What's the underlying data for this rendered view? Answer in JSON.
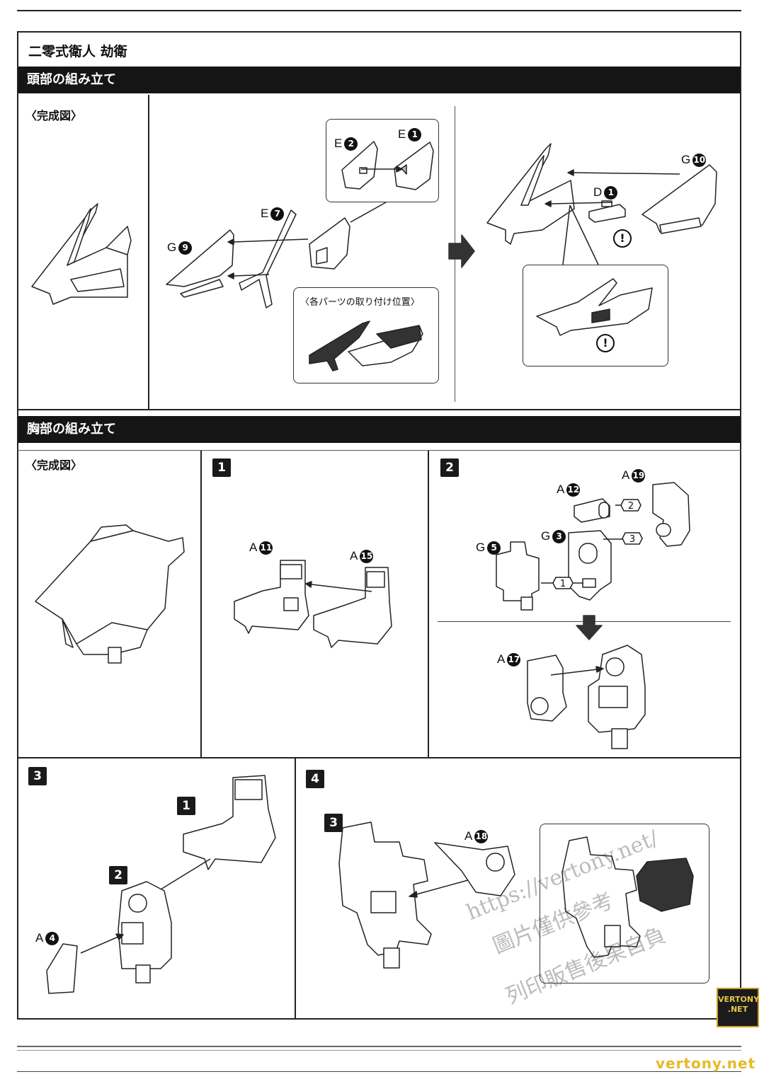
{
  "page": {
    "title": "二零式衛人 劫衛"
  },
  "head_section": {
    "header": "頭部の組み立て",
    "completed_label": "〈完成図〉",
    "labels": {
      "e2": {
        "letter": "E",
        "num": "2"
      },
      "e1": {
        "letter": "E",
        "num": "1"
      },
      "e7": {
        "letter": "E",
        "num": "7"
      },
      "g9": {
        "letter": "G",
        "num": "9"
      },
      "g10": {
        "letter": "G",
        "num": "10"
      },
      "d1": {
        "letter": "D",
        "num": "1"
      }
    },
    "position_inset_title": "〈各パーツの取り付け位置〉",
    "warning_mark": "!"
  },
  "chest_section": {
    "header": "胸部の組み立て",
    "completed_label": "〈完成図〉",
    "steps": {
      "s1": "1",
      "s2": "2",
      "s3": "3",
      "s4": "4"
    },
    "labels": {
      "a11": {
        "letter": "A",
        "num": "11"
      },
      "a15": {
        "letter": "A",
        "num": "15"
      },
      "a12": {
        "letter": "A",
        "num": "12"
      },
      "a19": {
        "letter": "A",
        "num": "19"
      },
      "g5": {
        "letter": "G",
        "num": "5"
      },
      "g3": {
        "letter": "G",
        "num": "3"
      },
      "a17": {
        "letter": "A",
        "num": "17"
      },
      "a4": {
        "letter": "A",
        "num": "4"
      },
      "a18": {
        "letter": "A",
        "num": "18"
      }
    },
    "order_marks": [
      "1",
      "2",
      "3"
    ],
    "step_refs": {
      "r1": "1",
      "r2": "2",
      "r3": "3"
    }
  },
  "watermark": {
    "line1": "https://vertony.net/",
    "line2": "圖片僅供參考",
    "line3": "列印販售後果自負"
  },
  "logo": {
    "line1": "VERTONY",
    "line2": ".NET"
  },
  "footer": {
    "brand": "vertony.net"
  }
}
